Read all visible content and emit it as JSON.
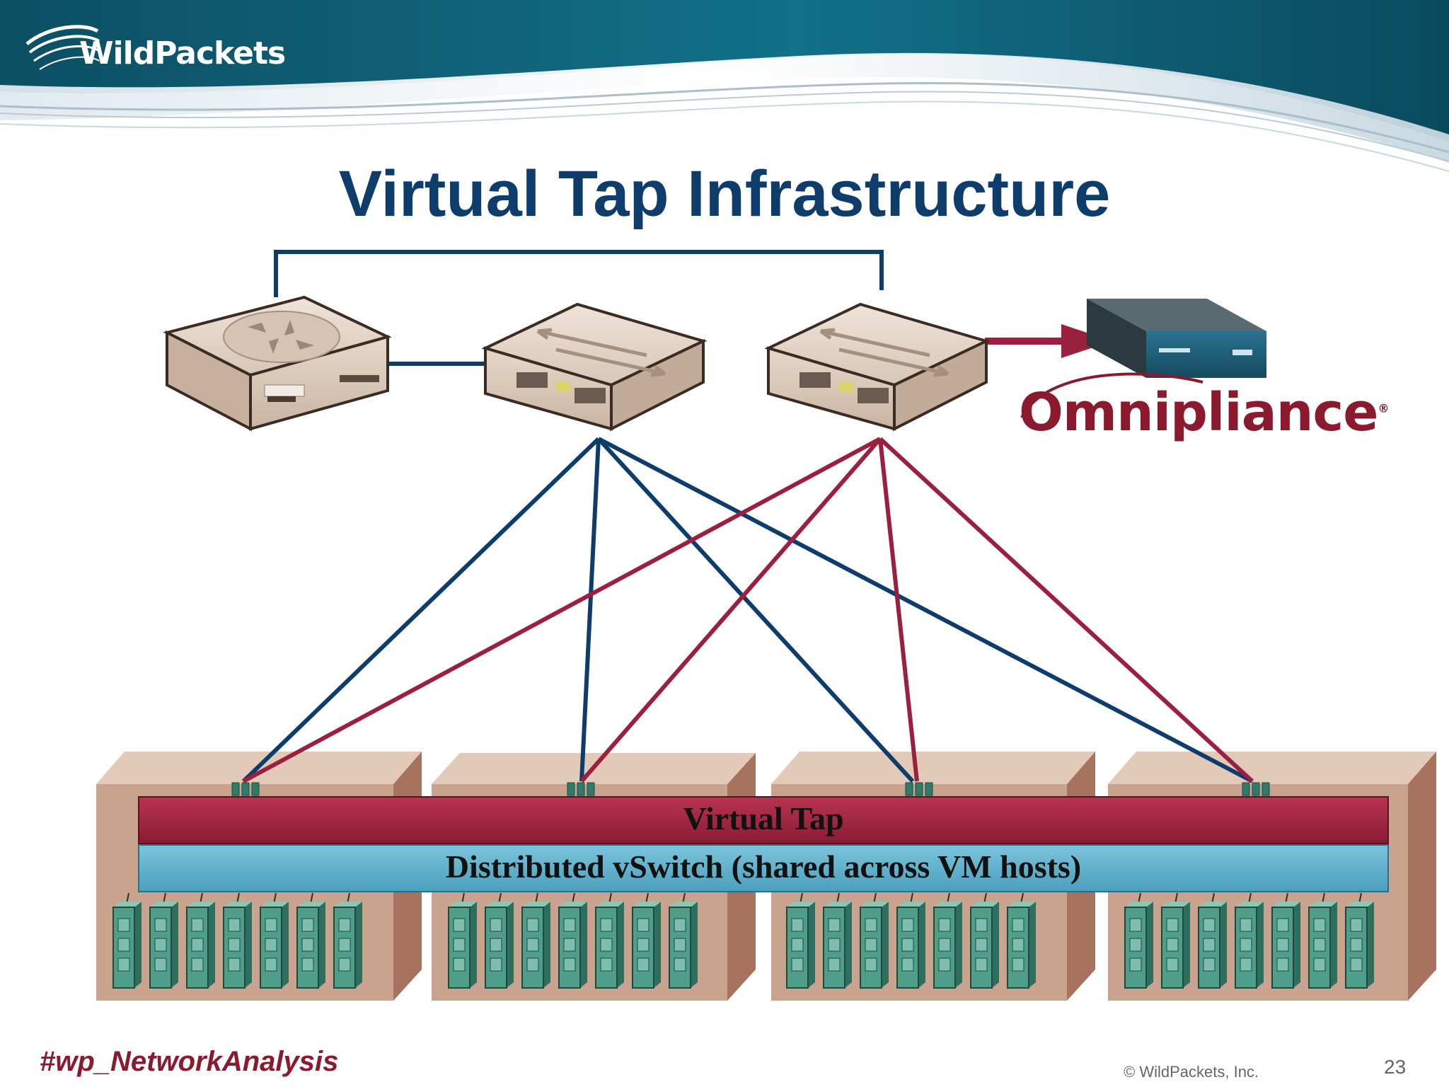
{
  "header": {
    "logo_text": "WildPackets",
    "title": "Virtual Tap Infrastructure"
  },
  "diagram": {
    "appliance_label": "Omnipliance",
    "appliance_reg_mark": "®",
    "virtual_tap_label": "Virtual Tap",
    "vswitch_label": "Distributed vSwitch (shared across VM hosts)",
    "host_count": 4,
    "vms_per_host": 7,
    "colors": {
      "blue_link": "#0e3d6b",
      "red_link": "#9b2040",
      "virtual_tap": "#9b2040",
      "vswitch": "#5ab0cc",
      "host_box": "#c9a38d",
      "vm": "#4f9e8a"
    }
  },
  "footer": {
    "hashtag": "#wp_NetworkAnalysis",
    "copyright": "© WildPackets, Inc.",
    "page_number": "23"
  }
}
